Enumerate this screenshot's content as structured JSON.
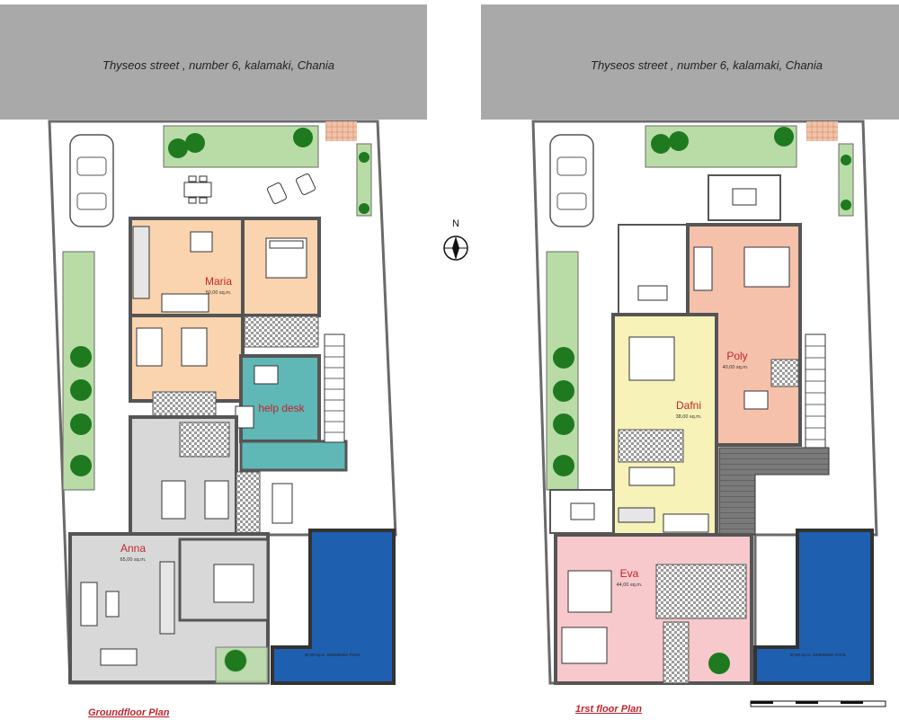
{
  "street": {
    "left_label": "Thyseos street ,  number 6,  kalamaki, Chania",
    "right_label": "Thyseos street ,  number 6,  kalamaki, Chania"
  },
  "compass": {
    "label": "N"
  },
  "groundfloor": {
    "title": "Groundfloor   Plan",
    "rooms": [
      {
        "name": "Maria",
        "area": "50,00 sq.m."
      },
      {
        "name": "help desk",
        "area": ""
      },
      {
        "name": "Anna",
        "area": "65,00 sq.m."
      }
    ],
    "pool_label": "30,00 sq.m. SWIMMING POOL"
  },
  "firstfloor": {
    "title": "1rst floor   Plan",
    "rooms": [
      {
        "name": "Poly",
        "area": "40,00 sq.m."
      },
      {
        "name": "Dafni",
        "area": "38,00 sq.m."
      },
      {
        "name": "Eva",
        "area": "44,00 sq.m."
      }
    ],
    "pool_label": "30,00 sq.m. SWIMMING POOL"
  },
  "colors": {
    "street": "#a9a9a9",
    "maria_room": "#f9d4ae",
    "help_desk": "#5fb7b6",
    "service": "#d8d8d8",
    "poly_room": "#f6c1ab",
    "dafni_room": "#f6f2b8",
    "eva_room": "#f7c9cc",
    "garden": "#b9dca7",
    "tree": "#1f7a1f",
    "pool": "#1f5fb0",
    "wall": "#555555",
    "stairs": "#6b6b6b",
    "label": "#c0262d"
  }
}
